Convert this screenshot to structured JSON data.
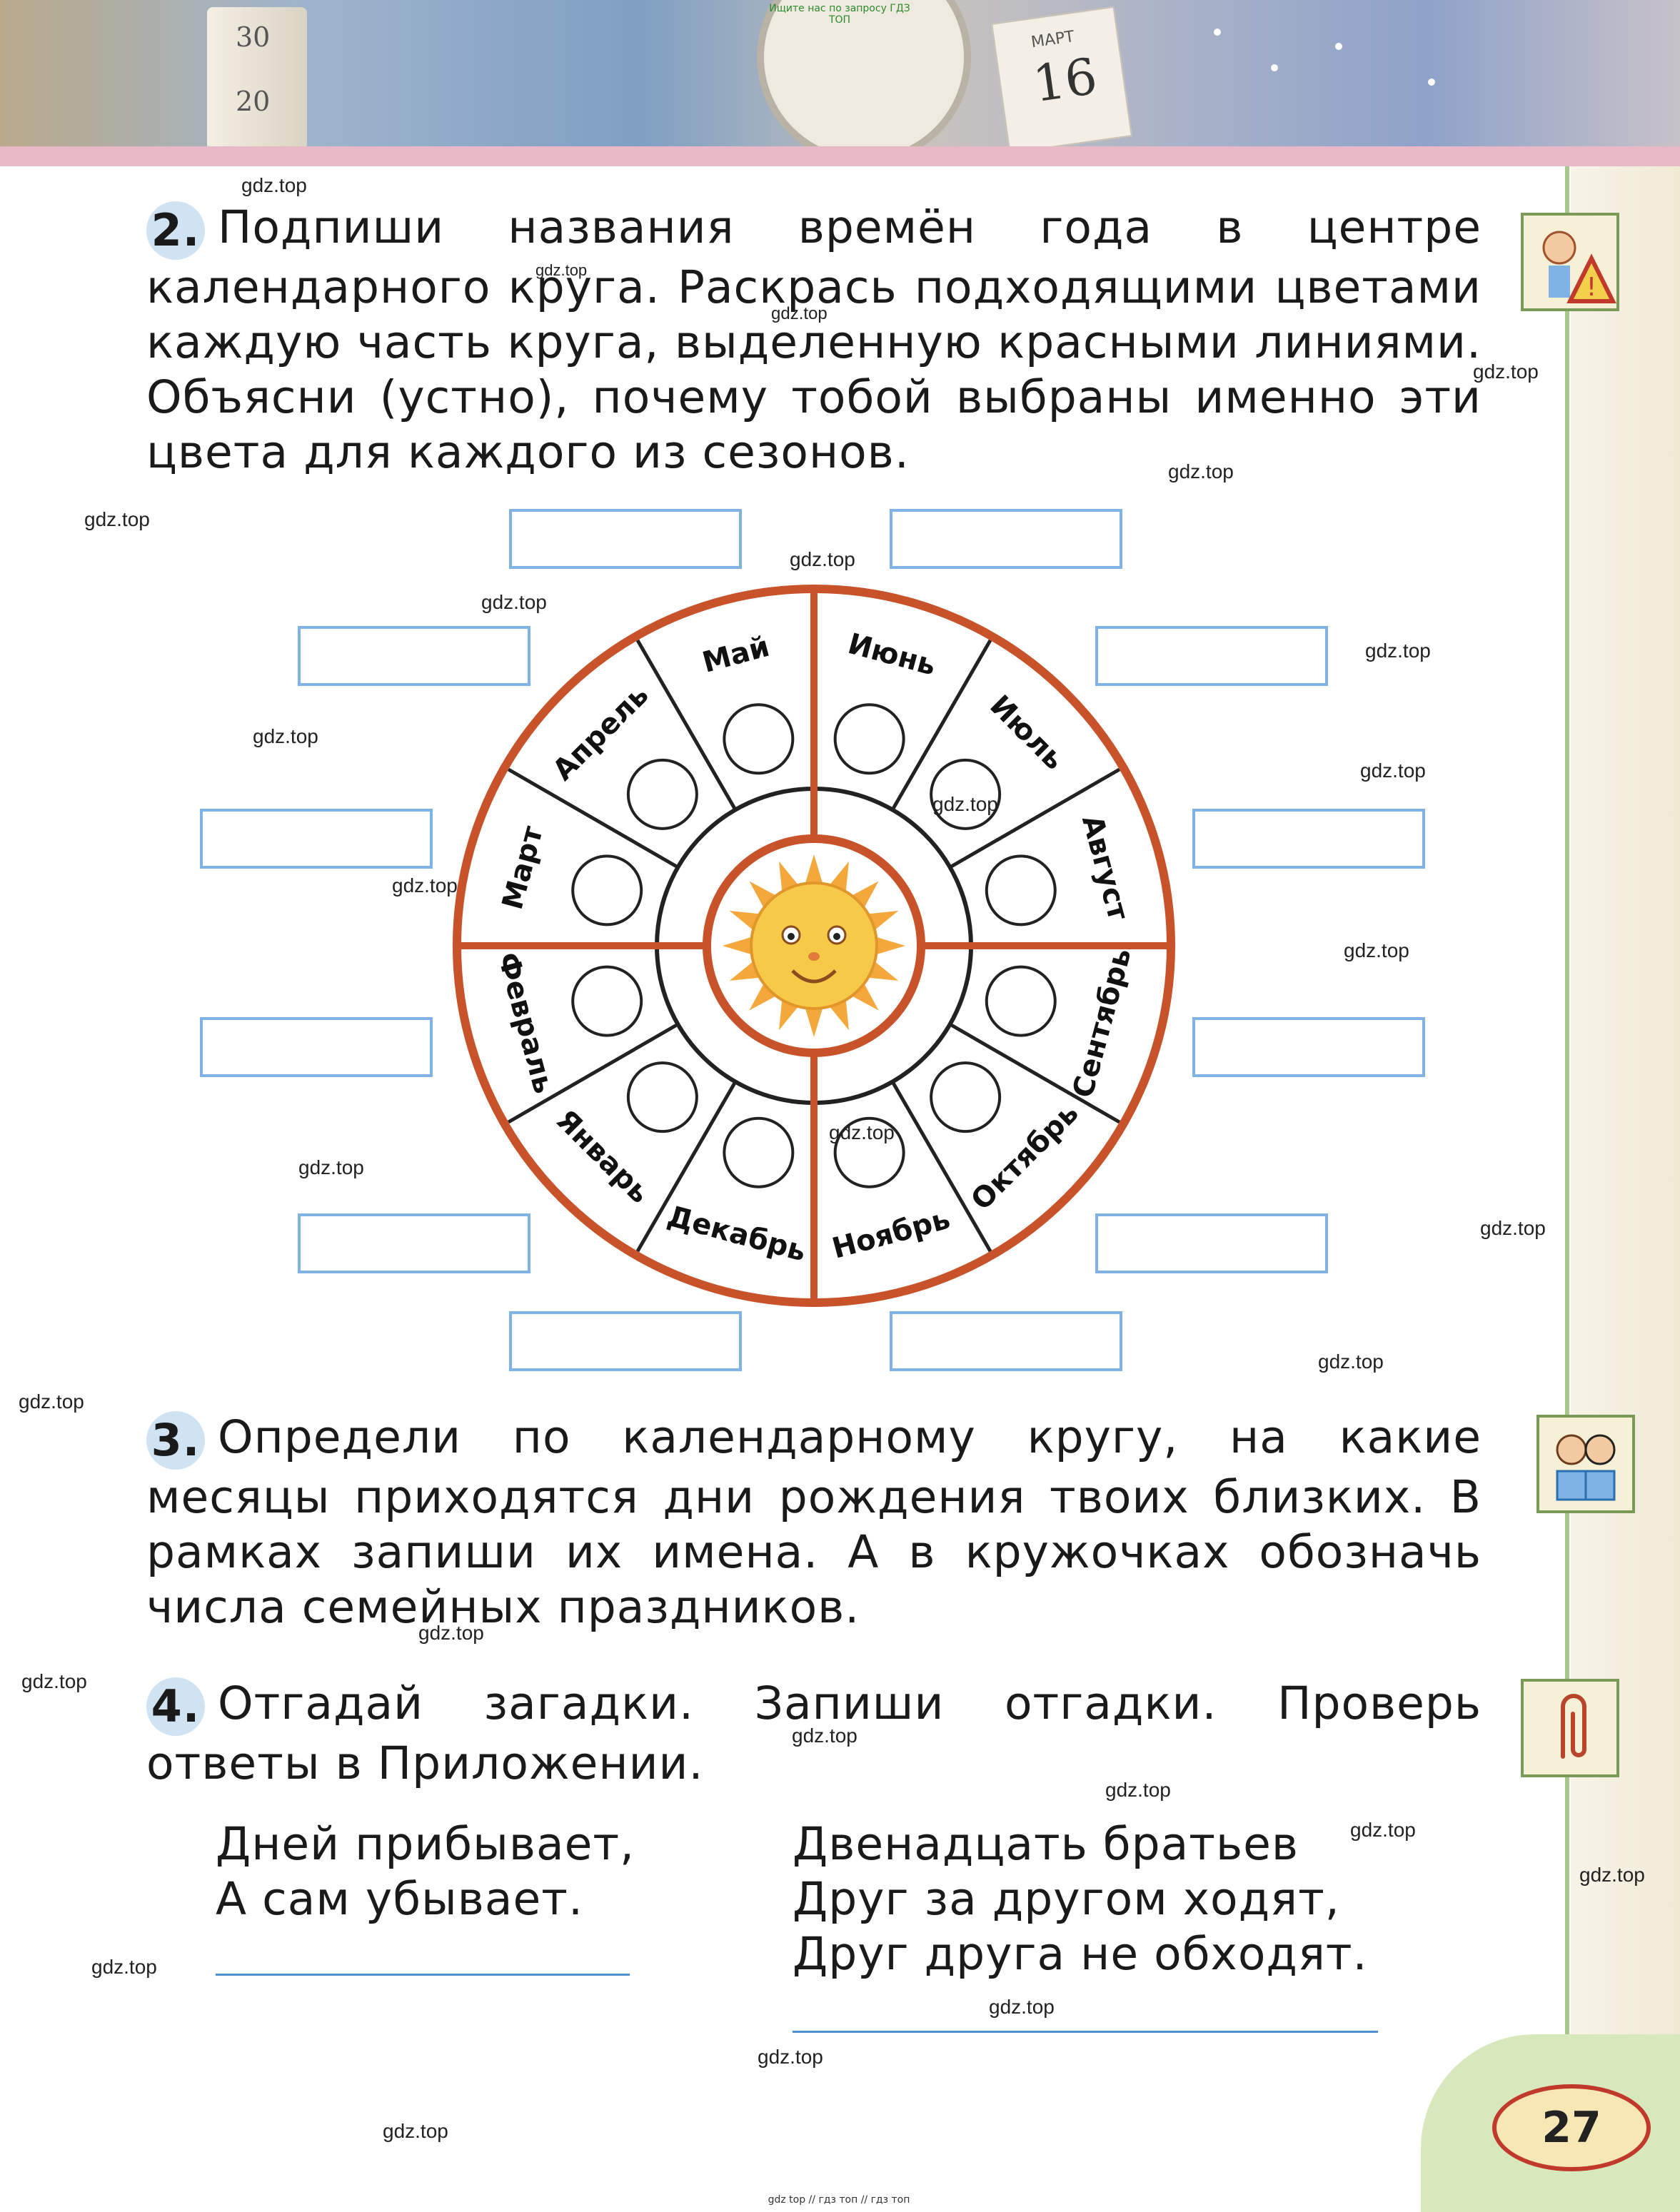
{
  "header": {
    "top_note": "Ищите нас по запросу ГДЗ ТОП",
    "thermometer_marks": [
      "30",
      "20"
    ],
    "calendar_month": "МАРТ",
    "calendar_day": "16"
  },
  "task2": {
    "number": "2.",
    "text": "Подпиши названия времён года в центре календарного круга. Раскрась подходящими цветами каждую часть круга, выделенную красными линиями. Объясни (устно), почему тобой выбраны именно эти цвета для каждого из сезонов."
  },
  "calendar_circle": {
    "months": [
      "Январь",
      "Февраль",
      "Март",
      "Апрель",
      "Май",
      "Июнь",
      "Июль",
      "Август",
      "Сентябрь",
      "Октябрь",
      "Ноябрь",
      "Декабрь"
    ],
    "center_icon": "sun-face-icon",
    "ring_color": "#c8532a"
  },
  "task3": {
    "number": "3.",
    "text": "Определи по календарному кругу, на какие месяцы приходятся дни рождения твоих близких. В рамках запиши их имена. А в кружочках обозначь числа семейных праздников."
  },
  "task4": {
    "number": "4.",
    "text": "Отгадай загадки. Запиши отгадки. Проверь ответы в Приложении.",
    "riddle1": [
      "Дней прибывает,",
      "А сам убывает."
    ],
    "riddle2": [
      "Двенадцать братьев",
      "Друг за другом ходят,",
      "Друг друга не обходят."
    ]
  },
  "side_icons": [
    "girl-warning-icon",
    "kids-reading-icon",
    "paperclip-icon"
  ],
  "page_number": "27",
  "watermark": "gdz.top",
  "footer_note": "gdz top // гдз топ // гдз топ"
}
